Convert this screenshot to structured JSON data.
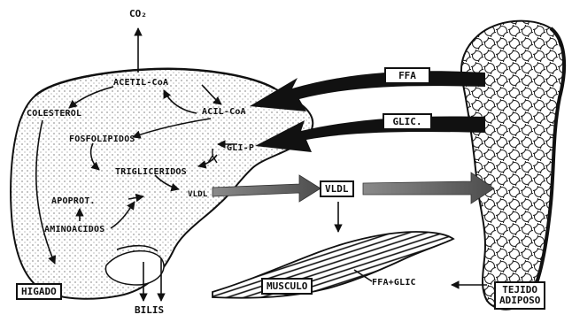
{
  "labels": {
    "co2": "CO₂",
    "acetil_coa": "ACETIL-CoA",
    "colesterol": "COLESTEROL",
    "acil_coa": "ACIL-CoA",
    "fosfolipidos": "FOSFOLIPIDOS",
    "gli_p": "GLI-P",
    "trigliceridos": "TRIGLICERIDOS",
    "vldl_small": "VLDL",
    "apoprot": "APOPROT.",
    "aminoacidos": "AMINOACIDOS",
    "higado": "HIGADO",
    "bilis": "BILIS",
    "ffa": "FFA",
    "glic": "GLIC.",
    "vldl_box": "VLDL",
    "musculo": "MUSCULO",
    "ffa_glic": "FFA+GLIC",
    "tejido_line1": "TEJIDO",
    "tejido_line2": "ADIPOSO"
  },
  "icons": [
    "liver-shape",
    "adipose-tissue-shape",
    "muscle-shape",
    "arrow-ffa",
    "arrow-glic",
    "arrow-vldl"
  ],
  "colors": {
    "ink": "#111111",
    "arrow_gray": "#6b6b6b",
    "paper": "#ffffff"
  }
}
